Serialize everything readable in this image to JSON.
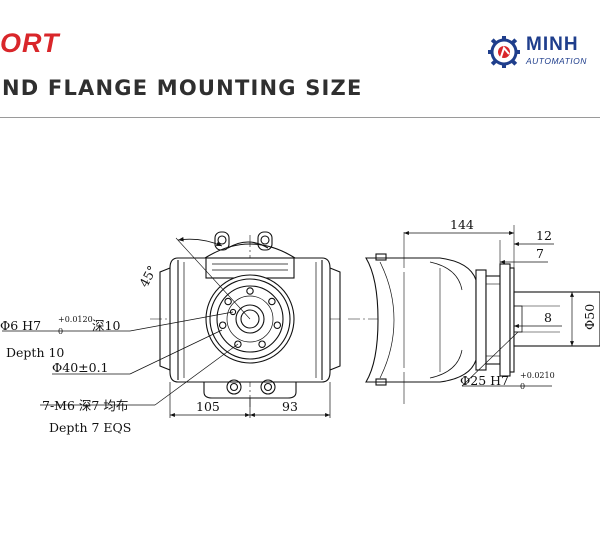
{
  "header": {
    "brand_fragment": "ORT",
    "title": "ND FLANGE MOUNTING SIZE",
    "logo": {
      "name": "MINH",
      "subtitle": "AUTOMATION",
      "icon": "gear-robot-icon",
      "color": "#1f3e8c"
    },
    "brand_color": "#d9262a"
  },
  "drawing": {
    "angle": "45°",
    "hole_spec": "Φ6 H7",
    "tol_upper": "+0.0120",
    "tol_lower": "0",
    "hole_depth_cn": "深10",
    "depth_10": "Depth 10",
    "pcd": "Φ40±0.1",
    "thread_spec": "7-M6 深7 均布",
    "thread_depth": "Depth 7 EQS",
    "dim_105": "105",
    "dim_93": "93",
    "dim_144": "144",
    "dim_12": "12",
    "dim_7": "7",
    "dim_8": "8",
    "dim_phi50": "Φ50",
    "bore_spec": "Φ25 H7",
    "bore_tol_upper": "+0.0210",
    "bore_tol_lower": "0"
  }
}
